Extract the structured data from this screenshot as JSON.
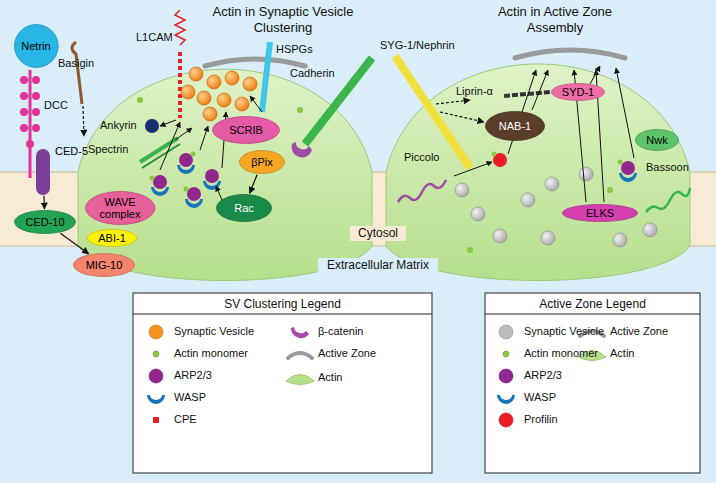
{
  "diagram": {
    "nodes": [
      {
        "text": [
          "Netrin"
        ]
      },
      {
        "text": [
          "CED-5"
        ]
      },
      {
        "text": [
          "CED-10"
        ]
      },
      {
        "text": [
          "MIG-10"
        ]
      },
      {
        "text": [
          "WAVE complex"
        ]
      },
      {
        "text": [
          "ABI-1"
        ]
      },
      {
        "text": [
          "SCRIB"
        ]
      },
      {
        "text": [
          "βPix"
        ]
      },
      {
        "text": [
          "Rac"
        ]
      },
      {
        "text": [
          "NAB-1"
        ]
      },
      {
        "text": [
          "SYD-1"
        ]
      },
      {
        "text": [
          "Nwk"
        ]
      },
      {
        "text": [
          "ELKS"
        ]
      }
    ],
    "edges": [
      {
        "from": 1,
        "to": 2,
        "arrow": "to"
      },
      {
        "from": 2,
        "to": 3,
        "arrow": "to"
      },
      {
        "from": 7,
        "to": 8,
        "arrow": "to"
      }
    ],
    "labels": [
      "Actin in Synaptic Vesicle Clustering",
      "Actin in Active Zone Assembly",
      "Basigin",
      "DCC",
      "L1CAM",
      "Ankyrin",
      "Spectrin",
      "HSPGs",
      "Cadherin",
      "SYG-1/Nephrin",
      "Liprin-α",
      "Piccolo",
      "Bassoon",
      "Cytosol",
      "Extracellular Matrix",
      "SV Clustering Legend",
      "Active Zone Legend"
    ],
    "legend": [
      {
        "text": "Synaptic Vesicle",
        "color": "#f7941d"
      },
      {
        "text": "Actin monomer",
        "color": "#8dc63f"
      },
      {
        "text": "ARP2/3",
        "color": "#92278f"
      },
      {
        "text": "WASP"
      },
      {
        "text": "CPE",
        "color": "#ed1c24"
      },
      {
        "text": "β-catenin"
      },
      {
        "text": "Active Zone"
      },
      {
        "text": "Actin"
      },
      {
        "text": "Synaptic Vesicle",
        "color": "#bdbdbd"
      },
      {
        "text": "Actin monomer",
        "color": "#8dc63f"
      },
      {
        "text": "ARP2/3",
        "color": "#92278f"
      },
      {
        "text": "WASP"
      },
      {
        "text": "Profilin",
        "color": "#ed1c24"
      },
      {
        "text": "Active Zone"
      },
      {
        "text": "Actin"
      }
    ]
  }
}
